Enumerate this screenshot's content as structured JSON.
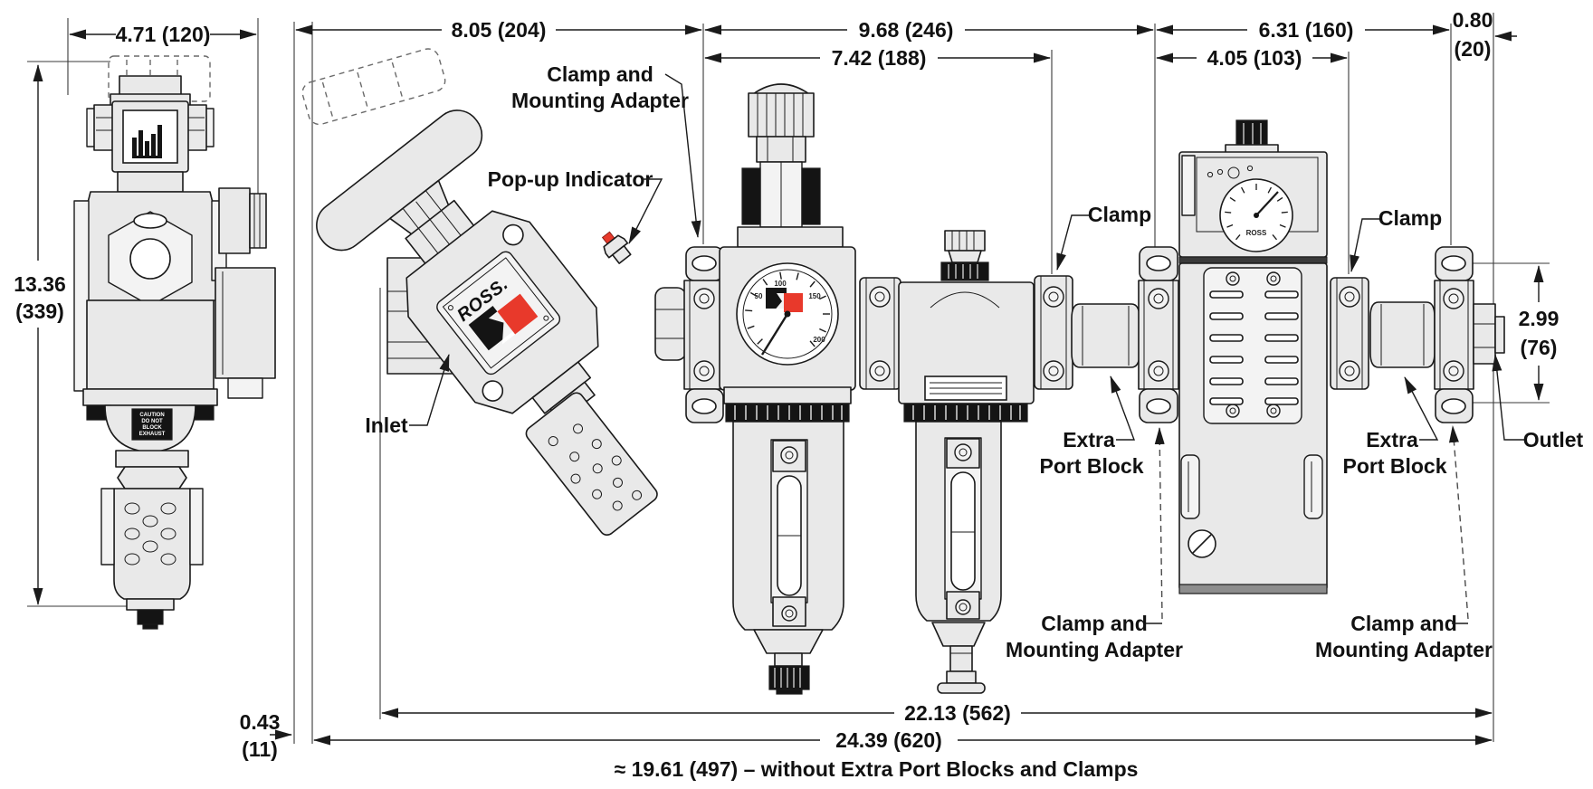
{
  "side_view": {
    "dim_width": "4.71 (120)",
    "dim_height": [
      "13.36",
      "(339)"
    ],
    "caution": [
      "CAUTION",
      "DO NOT",
      "BLOCK",
      "EXHAUST"
    ]
  },
  "dims": {
    "top_row": [
      "8.05 (204)",
      "9.68 (246)",
      "6.31 (160)"
    ],
    "second_row": [
      "7.42 (188)",
      "4.05 (103)"
    ],
    "small_right": [
      "0.80",
      "(20)"
    ],
    "small_left": [
      "0.43",
      "(11)"
    ],
    "height_right": [
      "2.99",
      "(76)"
    ],
    "bottom_row": [
      "22.13 (562)",
      "24.39 (620)"
    ],
    "note": "≈ 19.61 (497) – without Extra Port Blocks and Clamps"
  },
  "labels": {
    "clamp_mount_top": [
      "Clamp and",
      "Mounting Adapter"
    ],
    "popup": "Pop-up Indicator",
    "inlet": "Inlet",
    "clamp_left": "Clamp",
    "clamp_right": "Clamp",
    "extra_left": [
      "Extra",
      "Port Block"
    ],
    "extra_right": [
      "Extra",
      "Port Block"
    ],
    "clamp_mount_bottom_left": [
      "Clamp and",
      "Mounting Adapter"
    ],
    "clamp_mount_bottom_right": [
      "Clamp and",
      "Mounting Adapter"
    ],
    "outlet": "Outlet"
  },
  "brand": {
    "logo_text": "ROSS.",
    "gauge_text": "ROSS",
    "gauge_ticks": [
      "50",
      "100",
      "150",
      "200"
    ]
  },
  "colors": {
    "line": "#1a1a1a",
    "fill": "#e9e9e9",
    "accent_red": "#e8392b",
    "black": "#141414"
  }
}
